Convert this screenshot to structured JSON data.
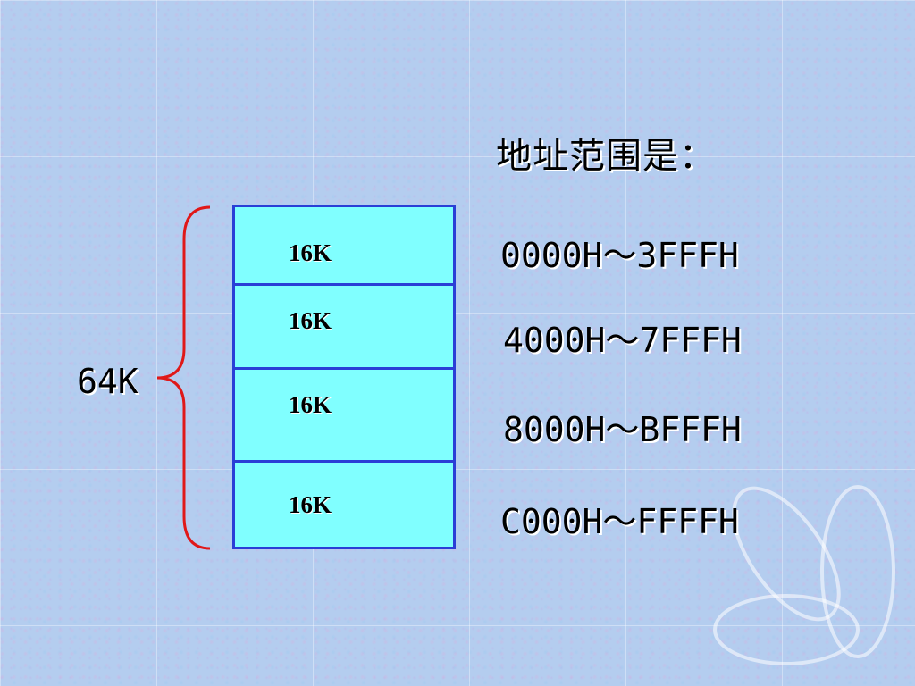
{
  "title": "地址范围是：",
  "total": {
    "label": "64K"
  },
  "blocks": [
    {
      "label": "16K"
    },
    {
      "label": "16K"
    },
    {
      "label": "16K"
    },
    {
      "label": "16K"
    }
  ],
  "ranges": [
    "0000H～3FFFH",
    "4000H～7FFFH",
    "8000H～BFFFH",
    "C000H～FFFFH"
  ],
  "colors": {
    "block_fill": "#80ffff",
    "block_border": "#2a3fd6",
    "brace": "#e01818"
  }
}
